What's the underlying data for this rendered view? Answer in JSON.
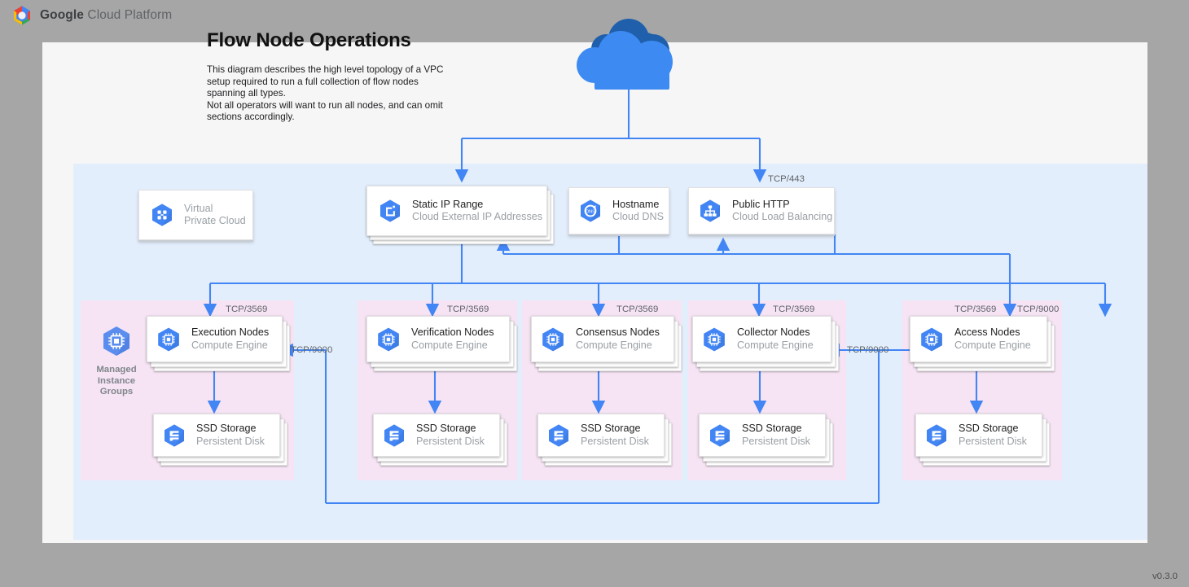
{
  "header": {
    "logo_icon": "google-cloud-platform-hexagon-logo",
    "brand_bold": "Google",
    "brand_rest": " Cloud Platform"
  },
  "title": "Flow Node Operations",
  "description": "This diagram describes the high level topology of a VPC setup required to run a full collection of flow nodes spanning all types.\nNot all operators will want to run all nodes, and can omit sections accordingly.",
  "version": "v0.3.0",
  "colors": {
    "page_bg": "#a6a6a6",
    "canvas_bg": "#f6f6f6",
    "vpc_region": "#e3eefc",
    "node_group": "#f6e4f4",
    "connector": "#4285f4",
    "icon_blue": "#4285f4",
    "cloud_light": "#3d8bf2",
    "cloud_dark": "#1f5fab",
    "text_primary": "#202124",
    "text_secondary": "#9aa0a6",
    "label_text": "#5f6368"
  },
  "internet": {
    "icon": "cloud-icon",
    "name": "Internet"
  },
  "top_row": [
    {
      "id": "vpc",
      "icon": "virtual-private-cloud-icon",
      "title": "Virtual",
      "subtitle": "Private Cloud",
      "title_muted": true,
      "stacked": false
    },
    {
      "id": "static-ip",
      "icon": "cloud-external-ip-addresses-icon",
      "title": "Static IP Range",
      "subtitle": "Cloud External IP Addresses",
      "title_muted": false,
      "stacked": true
    },
    {
      "id": "hostname",
      "icon": "cloud-dns-icon",
      "title": "Hostname",
      "subtitle": "Cloud DNS",
      "title_muted": false,
      "stacked": false
    },
    {
      "id": "public-http",
      "icon": "cloud-load-balancing-icon",
      "title": "Public HTTP",
      "subtitle": "Cloud Load Balancing",
      "title_muted": false,
      "stacked": false
    }
  ],
  "managed_instance_groups": {
    "icon": "managed-instance-groups-icon",
    "label": "Managed\nInstance\nGroups"
  },
  "node_groups": [
    {
      "id": "execution",
      "compute": {
        "icon": "compute-engine-icon",
        "title": "Execution Nodes",
        "subtitle": "Compute Engine"
      },
      "storage": {
        "icon": "persistent-disk-icon",
        "title": "SSD Storage",
        "subtitle": "Persistent Disk"
      }
    },
    {
      "id": "verification",
      "compute": {
        "icon": "compute-engine-icon",
        "title": "Verification Nodes",
        "subtitle": "Compute Engine"
      },
      "storage": {
        "icon": "persistent-disk-icon",
        "title": "SSD Storage",
        "subtitle": "Persistent Disk"
      }
    },
    {
      "id": "consensus",
      "compute": {
        "icon": "compute-engine-icon",
        "title": "Consensus Nodes",
        "subtitle": "Compute Engine"
      },
      "storage": {
        "icon": "persistent-disk-icon",
        "title": "SSD Storage",
        "subtitle": "Persistent Disk"
      }
    },
    {
      "id": "collector",
      "compute": {
        "icon": "compute-engine-icon",
        "title": "Collector Nodes",
        "subtitle": "Compute Engine"
      },
      "storage": {
        "icon": "persistent-disk-icon",
        "title": "SSD Storage",
        "subtitle": "Persistent Disk"
      }
    },
    {
      "id": "access",
      "compute": {
        "icon": "compute-engine-icon",
        "title": "Access Nodes",
        "subtitle": "Compute Engine"
      },
      "storage": {
        "icon": "persistent-disk-icon",
        "title": "SSD Storage",
        "subtitle": "Persistent Disk"
      }
    }
  ],
  "port_labels": [
    {
      "id": "lb-443",
      "text": "TCP/443"
    },
    {
      "id": "execution-3569",
      "text": "TCP/3569"
    },
    {
      "id": "verification-3569",
      "text": "TCP/3569"
    },
    {
      "id": "consensus-3569",
      "text": "TCP/3569"
    },
    {
      "id": "collector-3569",
      "text": "TCP/3569"
    },
    {
      "id": "access-3569",
      "text": "TCP/3569"
    },
    {
      "id": "access-9000",
      "text": "TCP/9000"
    },
    {
      "id": "execution-9000",
      "text": "TCP/9000"
    },
    {
      "id": "collector-9000",
      "text": "TCP/9000"
    }
  ]
}
